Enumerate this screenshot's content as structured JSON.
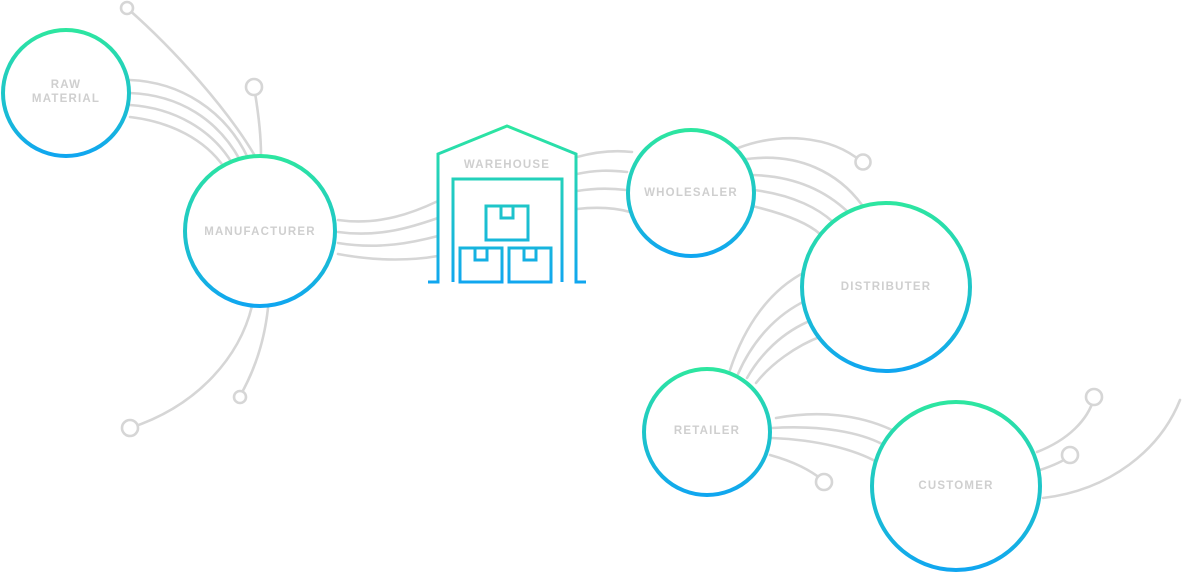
{
  "colors": {
    "gradient_top": "#2de6a0",
    "gradient_bottom": "#10a6f0",
    "connector": "#d6d6d6",
    "label": "#cfcfcf"
  },
  "nodes": {
    "raw_material": {
      "line1": "RAW",
      "line2": "MATERIAL"
    },
    "manufacturer": {
      "label": "MANUFACTURER"
    },
    "warehouse": {
      "label": "WAREHOUSE"
    },
    "wholesaler": {
      "label": "WHOLESALER"
    },
    "distributer": {
      "label": "DISTRIBUTER"
    },
    "retailer": {
      "label": "RETAILER"
    },
    "customer": {
      "label": "CUSTOMER"
    }
  },
  "icons": {
    "warehouse": "warehouse-building-icon",
    "box": "package-box-icon"
  }
}
